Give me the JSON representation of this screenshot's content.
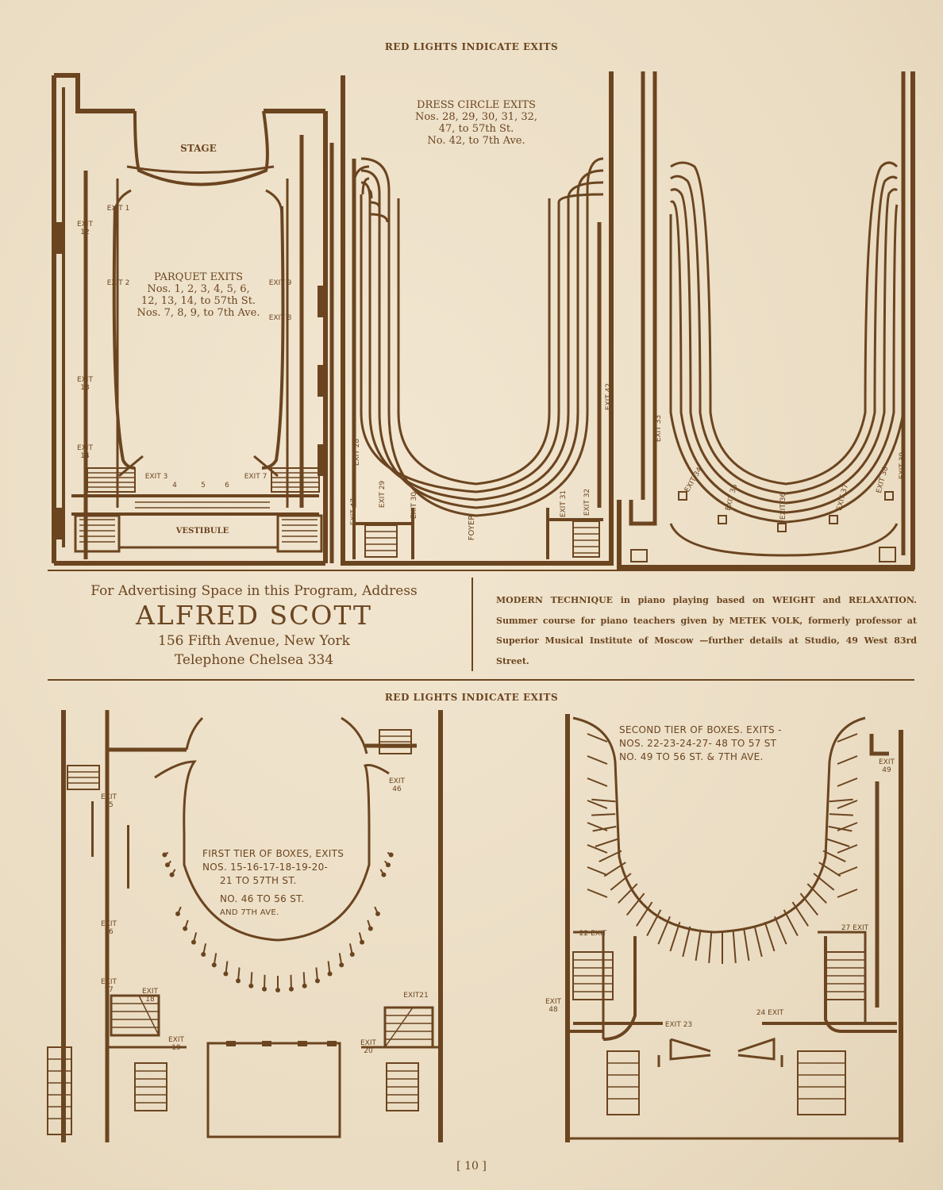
{
  "top_header": "RED LIGHTS INDICATE EXITS",
  "bottom_header": "RED LIGHTS INDICATE EXITS",
  "parquet": {
    "stage": "STAGE",
    "vestibule": "VESTIBULE",
    "title": "PARQUET EXITS",
    "line1": "Nos. 1, 2, 3, 4, 5, 6,",
    "line2": "12, 13, 14, to 57th St.",
    "line3": "Nos. 7, 8, 9, to 7th Ave."
  },
  "dress_circle": {
    "line1": "DRESS CIRCLE EXITS",
    "line2": "Nos. 28, 29, 30, 31, 32,",
    "line3": "47, to 57th St.",
    "line4": "No. 42, to 7th Ave.",
    "foyer": "FOYER"
  },
  "ad_left": {
    "line1": "For Advertising Space in this Program, Address",
    "name": "ALFRED SCOTT",
    "address": "156 Fifth Avenue, New York",
    "phone": "Telephone Chelsea 334"
  },
  "ad_right": {
    "text": "MODERN TECHNIQUE in piano playing based on WEIGHT and RELAXATION. Summer course for piano teachers given by METEK VOLK, formerly professor at Superior Musical Institute of Moscow —further details at Studio, 49 West 83rd Street."
  },
  "first_tier": {
    "line1": "FIRST TIER OF BOXES, EXITS",
    "line2": "NOS. 15-16-17-18-19-20-",
    "line3": "21 TO 57TH ST.",
    "line4": "NO. 46 TO 56 ST.",
    "line5": "AND 7TH AVE."
  },
  "second_tier": {
    "line1": "SECOND TIER OF BOXES. EXITS -",
    "line2": "NOS. 22-23-24-27- 48 TO 57 ST",
    "line3": "NO. 49 TO 56 ST. & 7TH AVE."
  },
  "exit_labels": {
    "e1": "EXIT 1",
    "e2": "EXIT 2",
    "e3": "EXIT 3",
    "e4": "4",
    "e5": "5",
    "e6": "6",
    "e7": "EXIT 7",
    "e8": "EXIT 8",
    "e9": "EXIT 9",
    "e12": "EXIT 12",
    "e13": "EXIT 13",
    "e14": "EXIT 14",
    "e28": "EXIT 28",
    "e29": "EXIT 29",
    "e30": "EXIT 30",
    "e31": "EXIT 31",
    "e32": "EXIT 32",
    "e47": "EXIT 47",
    "e42": "EXIT 42",
    "e33": "EXIT 33",
    "e34": "EXIT 34",
    "e35": "EXIT 35",
    "e36": "EXIT 36",
    "e37": "EXIT 37",
    "e38": "EXIT 38",
    "e39": "EXIT 39",
    "e15": "EXIT 15",
    "e16": "EXIT 16",
    "e17": "EXIT 17",
    "e18": "EXIT 18",
    "e19": "EXIT 19",
    "e20": "EXIT 20",
    "e21": "EXIT21",
    "e46": "EXIT 46",
    "e22": "22 EXIT",
    "e23": "EXIT 23",
    "e24": "24 EXIT",
    "e27": "27 EXIT",
    "e48": "EXIT 48",
    "e49": "EXIT 49"
  },
  "page_number": "[ 10 ]",
  "ink_color": "#6b4520",
  "paper_color": "#efe3cd"
}
